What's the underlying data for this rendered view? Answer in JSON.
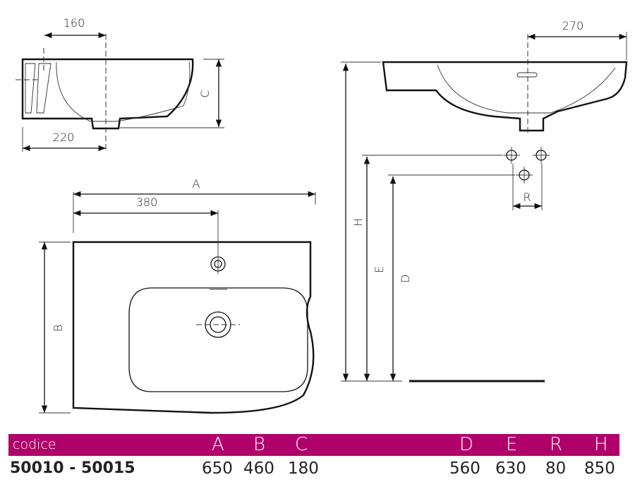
{
  "drawing": {
    "side_view_left": {
      "dim_top": "160",
      "dim_bottom": "220",
      "dim_height": "C"
    },
    "plan_view": {
      "dim_width": "A",
      "dim_tap": "380",
      "dim_depth": "B"
    },
    "side_view_right": {
      "dim_top": "270",
      "dim_h": "H",
      "dim_e": "E",
      "dim_d": "D",
      "dim_r": "R"
    }
  },
  "table": {
    "header_color": "#b0006a",
    "header": {
      "label": "codice",
      "A": "A",
      "B": "B",
      "C": "C",
      "D": "D",
      "E": "E",
      "R": "R",
      "H": "H"
    },
    "row": {
      "code": "50010 - 50015",
      "A": "650",
      "B": "460",
      "C": "180",
      "D": "560",
      "E": "630",
      "R": "80",
      "H": "850"
    }
  }
}
